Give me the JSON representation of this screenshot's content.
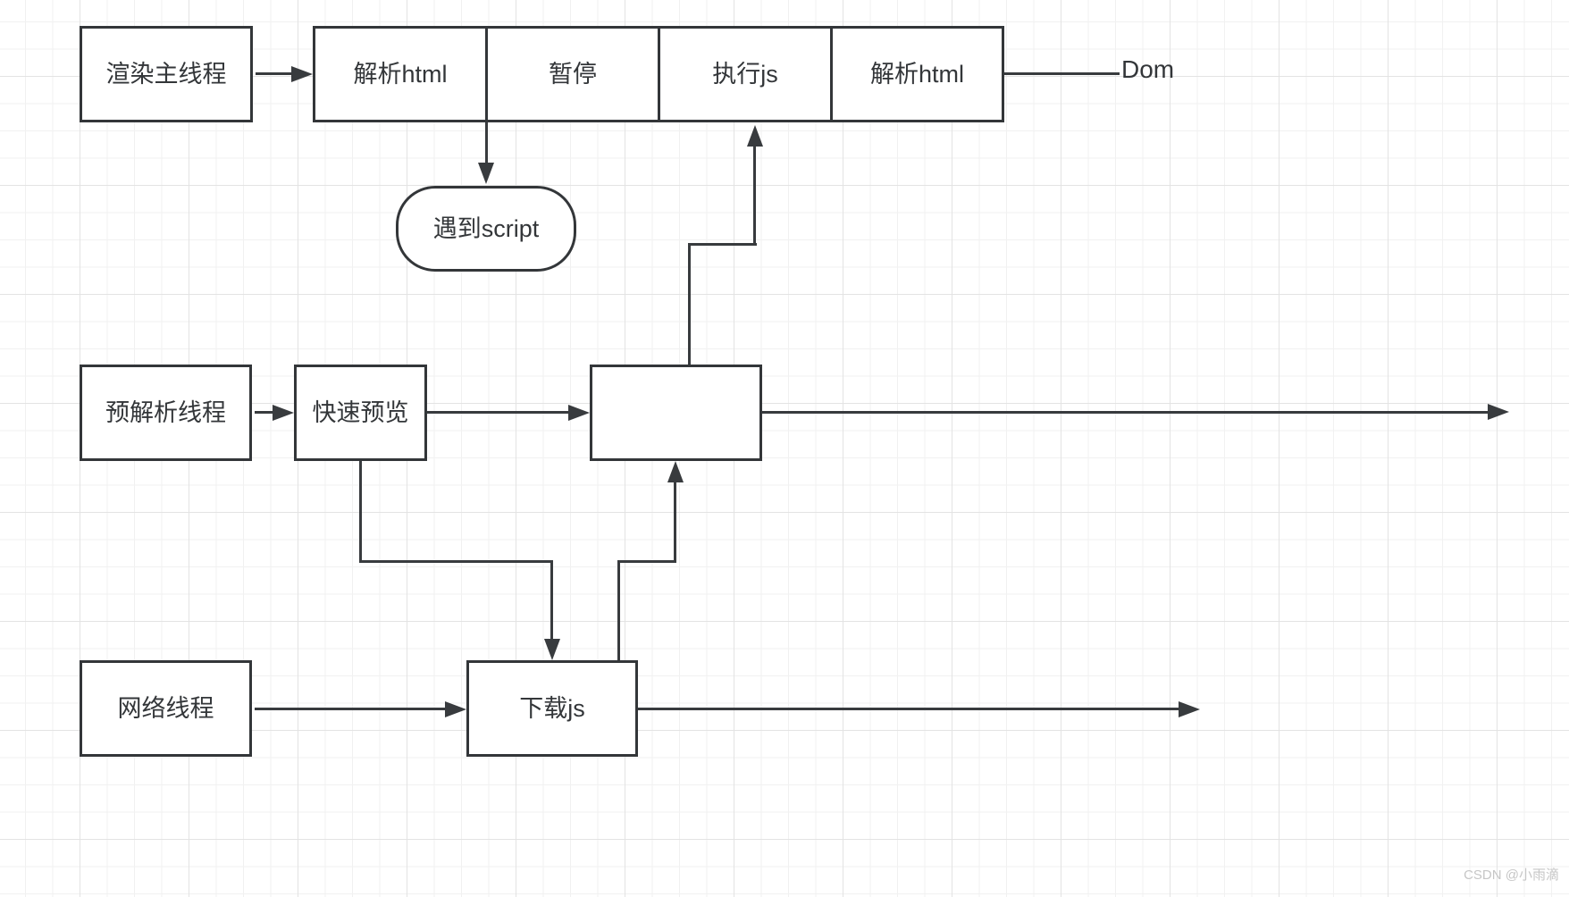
{
  "page": {
    "watermark": "CSDN @小雨滴"
  },
  "nodes": {
    "render_main": {
      "label": "渲染主线程"
    },
    "timeline": {
      "segments": [
        {
          "label": "解析html"
        },
        {
          "label": "暂停"
        },
        {
          "label": "执行js"
        },
        {
          "label": "解析html"
        }
      ]
    },
    "dom": {
      "label": "Dom"
    },
    "script_event": {
      "label": "遇到script"
    },
    "preparse": {
      "label": "预解析线程"
    },
    "preview": {
      "label": "快速预览"
    },
    "buffer": {
      "label": ""
    },
    "network": {
      "label": "网络线程"
    },
    "download": {
      "label": "下载js"
    }
  }
}
